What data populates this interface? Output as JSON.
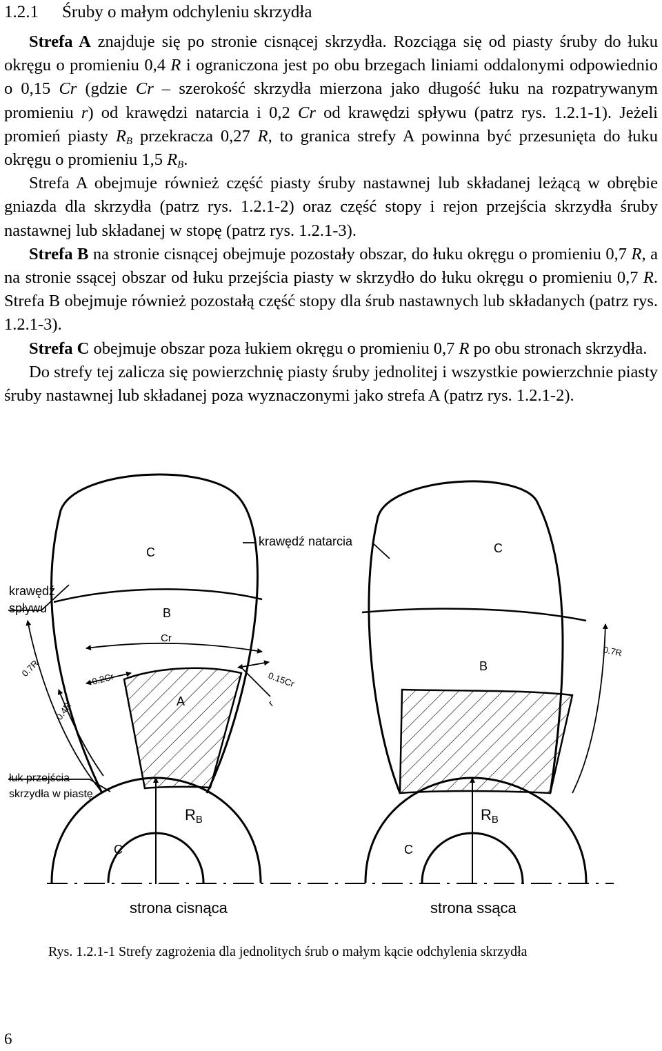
{
  "section": {
    "number": "1.2.1",
    "title": "Śruby o małym odchyleniu skrzydła"
  },
  "para1": {
    "lead": "Strefa A",
    "t1": " znajduje się po stronie cisnącej skrzydła. Rozciąga się od piasty śruby do łuku okręgu o promieniu 0,4 ",
    "R1": "R",
    "t2": " i ograniczona jest po obu brzegach liniami od­dalonymi odpowiednio o 0,15 ",
    "Cr1": "Cr",
    "t3": " (gdzie ",
    "Cr2": "Cr",
    "t4": " – szerokość skrzydła mierzona jako długość łuku na rozpatrywanym promieniu ",
    "r1": "r",
    "t5": ") od krawędzi natarcia i 0,2 ",
    "Cr3": "Cr",
    "t6": "  od krawędzi spływu (patrz rys. 1.2.1-1). Jeżeli promień piasty ",
    "RB1": "R",
    "RB1sub": "B",
    "t7": " przekracza 0,27 ",
    "R2": "R",
    "t8": ", to granica strefy A powinna być przesunięta do łuku okręgu o promieniu 1,5 ",
    "RB2": "R",
    "RB2sub": "B",
    "t9": "."
  },
  "para2": {
    "text": "Strefa A obejmuje również część piasty śruby nastawnej lub składanej leżącą w obrębie gniazda dla skrzydła (patrz rys. 1.2.1-2) oraz część stopy i rejon przej­ścia skrzydła śruby nastawnej lub składanej w stopę (patrz rys. 1.2.1-3)."
  },
  "para3": {
    "lead": "Strefa B",
    "t1": " na stronie cisnącej obejmuje pozostały obszar, do łuku okręgu o promieniu 0,7 ",
    "R1": "R",
    "t2": ", a na stronie ssącej obszar od łuku przejścia piasty w skrzydło do łuku okręgu o promieniu 0,7 ",
    "R2": "R",
    "t3": ". Strefa B obejmuje również pozostałą część stopy dla śrub nastawnych lub składanych (patrz rys. 1.2.1-3)."
  },
  "para4": {
    "lead": "Strefa C",
    "t1": " obejmuje obszar poza łukiem okręgu o promieniu 0,7 ",
    "R1": "R",
    "t2": " po obu stro­nach skrzydła."
  },
  "para5": {
    "text": "Do strefy tej zalicza się powierzchnię piasty śruby jednolitej i wszystkie po­wierzchnie piasty śruby nastawnej lub składanej poza wyznaczonymi jako strefa A (patrz rys. 1.2.1-2)."
  },
  "figure": {
    "labels": {
      "zone_c_left": "C",
      "zone_c_right": "C",
      "zone_b_left": "B",
      "zone_b_right": "B",
      "zone_a": "A",
      "hub_c_left": "C",
      "hub_c_right": "C",
      "leading_edge": "krawędź natarcia",
      "trailing_edge_line1": "krawędź",
      "trailing_edge_line2": "spływu",
      "transition_line1": "łuk przejścia",
      "transition_line2": "skrzydła w piastę",
      "cr": "Cr",
      "r": "r",
      "dim_07r_left": "0.7R",
      "dim_04r": "0.4R",
      "dim_02cr": "0.2Cr",
      "dim_015cr": "0.15Cr",
      "dim_07r_right": "0.7R",
      "rb": "R",
      "rb_sub": "B",
      "pressure_side": "strona cisnąca",
      "suction_side": "strona ssąca"
    }
  },
  "caption": "Rys. 1.2.1-1  Strefy zagrożenia dla jednolitych śrub o małym kącie odchylenia skrzydła",
  "page_number": "6"
}
